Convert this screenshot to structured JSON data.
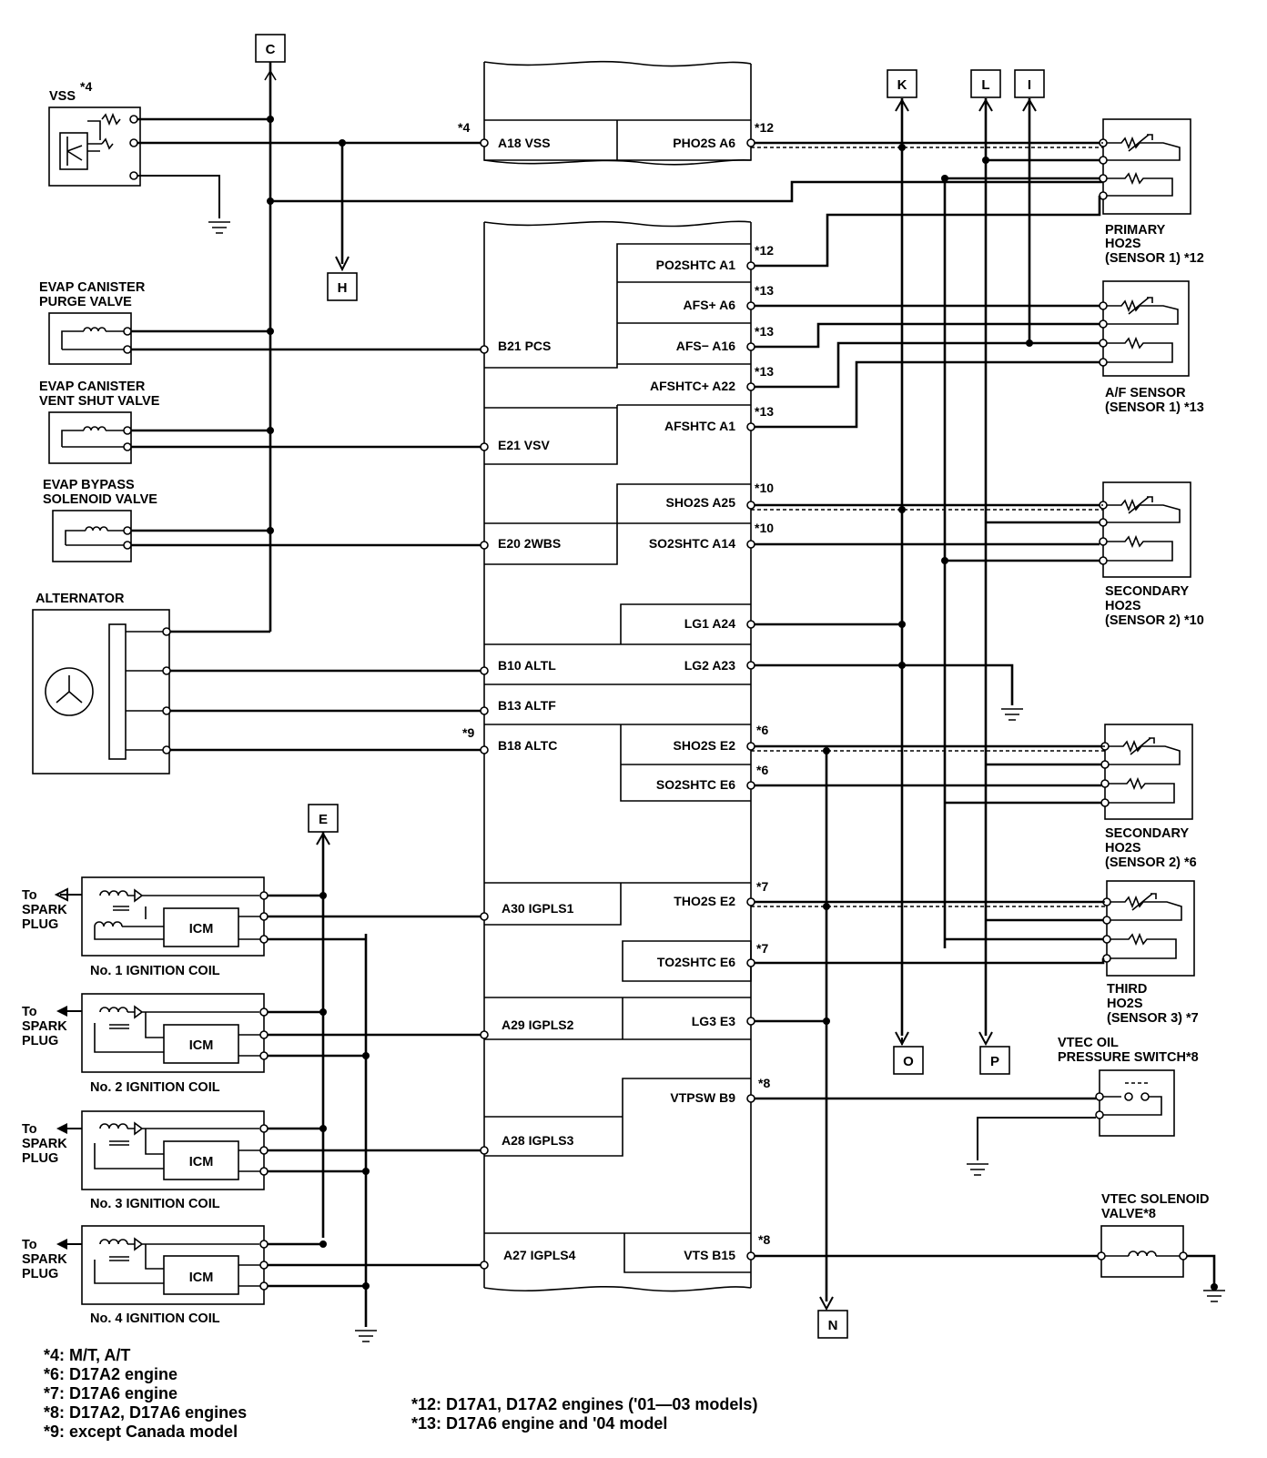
{
  "connectors": {
    "C": "C",
    "H": "H",
    "K": "K",
    "L": "L",
    "I": "I",
    "E": "E",
    "O": "O",
    "P": "P",
    "N": "N"
  },
  "components": {
    "vss": {
      "name": "VSS",
      "note": "*4"
    },
    "evap_purge": {
      "line1": "EVAP CANISTER",
      "line2": "PURGE VALVE"
    },
    "evap_vent": {
      "line1": "EVAP CANISTER",
      "line2": "VENT SHUT VALVE"
    },
    "evap_bypass": {
      "line1": "EVAP BYPASS",
      "line2": "SOLENOID VALVE"
    },
    "alternator": {
      "name": "ALTERNATOR"
    },
    "primary_ho2s": {
      "line1": "PRIMARY",
      "line2": "HO2S",
      "line3": "(SENSOR 1) *12"
    },
    "af_sensor": {
      "line1": "A/F SENSOR",
      "line2": "(SENSOR 1) *13"
    },
    "secondary_ho2s_10": {
      "line1": "SECONDARY",
      "line2": "HO2S",
      "line3": "(SENSOR 2) *10"
    },
    "secondary_ho2s_6": {
      "line1": "SECONDARY",
      "line2": "HO2S",
      "line3": "(SENSOR 2) *6"
    },
    "third_ho2s": {
      "line1": "THIRD",
      "line2": "HO2S",
      "line3": "(SENSOR 3) *7"
    },
    "vtec_oil": {
      "line1": "VTEC OIL",
      "line2": "PRESSURE SWITCH*8"
    },
    "vtec_solenoid": {
      "line1": "VTEC SOLENOID",
      "line2": "VALVE*8"
    },
    "ignition_coils": [
      {
        "name": "No. 1 IGNITION COIL",
        "icm": "ICM",
        "to1": "To",
        "to2": "SPARK",
        "to3": "PLUG"
      },
      {
        "name": "No. 2 IGNITION COIL",
        "icm": "ICM",
        "to1": "To",
        "to2": "SPARK",
        "to3": "PLUG"
      },
      {
        "name": "No. 3 IGNITION COIL",
        "icm": "ICM",
        "to1": "To",
        "to2": "SPARK",
        "to3": "PLUG"
      },
      {
        "name": "No. 4 IGNITION COIL",
        "icm": "ICM",
        "to1": "To",
        "to2": "SPARK",
        "to3": "PLUG"
      }
    ]
  },
  "ecm_pins_left": {
    "a18": "A18 VSS",
    "b21": "B21 PCS",
    "e21": "E21 VSV",
    "e20": "E20 2WBS",
    "b10": "B10 ALTL",
    "b13": "B13 ALTF",
    "b18": "B18 ALTC",
    "a30": "A30 IGPLS1",
    "a29": "A29 IGPLS2",
    "a28": "A28 IGPLS3",
    "a27": "A27 IGPLS4"
  },
  "ecm_pins_right": {
    "pho2s": "PHO2S A6",
    "po2shtc": "PO2SHTC A1",
    "afsp": "AFS+ A6",
    "afsm": "AFS− A16",
    "afshtcp": "AFSHTC+ A22",
    "afshtc": "AFSHTC A1",
    "sho2s_a25": "SHO2S A25",
    "so2shtc_a14": "SO2SHTC A14",
    "lg1": "LG1 A24",
    "lg2": "LG2 A23",
    "sho2s_e2": "SHO2S E2",
    "so2shtc_e6": "SO2SHTC E6",
    "tho2s": "THO2S E2",
    "to2shtc": "TO2SHTC E6",
    "lg3": "LG3 E3",
    "vtpsw": "VTPSW B9",
    "vts": "VTS B15"
  },
  "pin_notes": {
    "n4": "*4",
    "n9": "*9",
    "n12a": "*12",
    "n12b": "*12",
    "n13a": "*13",
    "n13b": "*13",
    "n13c": "*13",
    "n13d": "*13",
    "n10a": "*10",
    "n10b": "*10",
    "n6a": "*6",
    "n6b": "*6",
    "n7a": "*7",
    "n7b": "*7",
    "n8a": "*8",
    "n8b": "*8"
  },
  "legend_left": [
    "*4: M/T, A/T",
    "*6: D17A2 engine",
    "*7: D17A6 engine",
    "*8: D17A2, D17A6 engines",
    "*9: except Canada model"
  ],
  "legend_right": [
    "*12: D17A1, D17A2 engines ('01—03 models)",
    "*13: D17A6 engine and '04 model"
  ]
}
